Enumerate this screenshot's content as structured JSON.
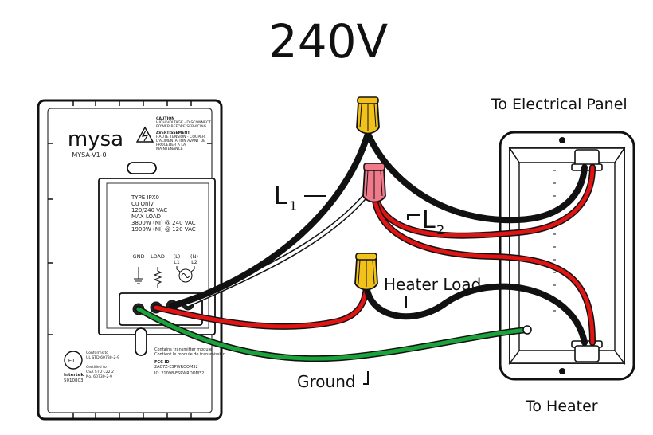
{
  "title": "240V",
  "labels": {
    "l1": "L",
    "l1_sub": "1",
    "l2": "L",
    "l2_sub": "2",
    "heater_load": "Heater Load",
    "ground": "Ground",
    "to_panel": "To Electrical Panel",
    "to_heater": "To Heater"
  },
  "device": {
    "brand": "mysa",
    "model": "MYSA-V1-0",
    "caution": [
      "CAUTION",
      "HIGH VOLTAGE - DISCONNECT",
      "POWER BEFORE SERVICING",
      "AVERTISSEMENT",
      "HAUTE TENSION - COUPER",
      "L'ALIMENTATION AVANT DE",
      "PROCEDER A LA",
      "MAINTENANCE"
    ],
    "specs": [
      "TYPE IPX0",
      "Cu Only",
      "120/240 VAC",
      "MAX LOAD",
      "3800W (NI) @ 240 VAC",
      "1900W (NI) @ 120 VAC"
    ],
    "terminals": [
      "GND",
      "LOAD",
      "(L)",
      "(N)"
    ],
    "terminals_sub": [
      "",
      "",
      "L1",
      "L2"
    ],
    "conforms": [
      "Conforms to",
      "UL STD 60730-2-9",
      "Certified to",
      "CSA STD C22.2",
      "No. 60730-2-9"
    ],
    "cert_id": [
      "Intertek",
      "5010803"
    ],
    "fcc": [
      "Contains transmitter module",
      "Contient le module de transmission",
      "FCC ID:",
      "2AC7Z-ESPWROOM32",
      "IC: 21098-ESPWROOM32"
    ]
  },
  "colors": {
    "black_wire": "#111111",
    "red_wire": "#e11414",
    "white_wire": "#ffffff",
    "green_wire": "#1aa33a",
    "yellow_nut": "#f2c21a",
    "red_nut": "#f07a8a"
  }
}
